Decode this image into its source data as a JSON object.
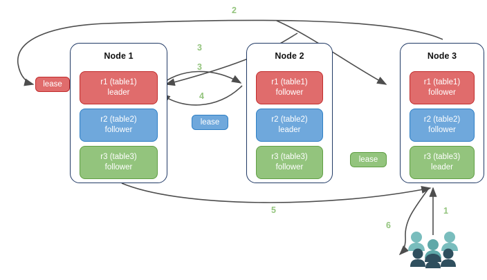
{
  "diagram": {
    "title": "Distributed database node lease and replica diagram",
    "colors": {
      "red": "#e06c6c",
      "red_border": "#c02b2b",
      "blue": "#6fa8dc",
      "blue_border": "#2d7ec4",
      "green": "#93c47d",
      "green_border": "#5f9e43",
      "node_border": "#1f3864",
      "arrow": "#4d4d4d",
      "label": "#93c47d",
      "users_light": "#79bdbd",
      "users_dark": "#2f4f5e"
    },
    "nodes": [
      {
        "id": "node1",
        "title": "Node 1",
        "replicas": [
          {
            "id": "n1r1",
            "line1": "r1 (table1)",
            "line2": "leader",
            "color": "red"
          },
          {
            "id": "n1r2",
            "line1": "r2 (table2)",
            "line2": "follower",
            "color": "blue"
          },
          {
            "id": "n1r3",
            "line1": "r3 (table3)",
            "line2": "follower",
            "color": "green"
          }
        ]
      },
      {
        "id": "node2",
        "title": "Node 2",
        "replicas": [
          {
            "id": "n2r1",
            "line1": "r1 (table1)",
            "line2": "follower",
            "color": "red"
          },
          {
            "id": "n2r2",
            "line1": "r2 (table2)",
            "line2": "leader",
            "color": "blue"
          },
          {
            "id": "n2r3",
            "line1": "r3 (table3)",
            "line2": "follower",
            "color": "green"
          }
        ]
      },
      {
        "id": "node3",
        "title": "Node 3",
        "replicas": [
          {
            "id": "n3r1",
            "line1": "r1 (table1)",
            "line2": "follower",
            "color": "red"
          },
          {
            "id": "n3r2",
            "line1": "r2 (table2)",
            "line2": "follower",
            "color": "blue"
          },
          {
            "id": "n3r3",
            "line1": "r3 (table3)",
            "line2": "leader",
            "color": "green"
          }
        ]
      }
    ],
    "leases": [
      {
        "id": "lease-red",
        "label": "lease",
        "color": "red"
      },
      {
        "id": "lease-blue",
        "label": "lease",
        "color": "blue"
      },
      {
        "id": "lease-green",
        "label": "lease",
        "color": "green"
      }
    ],
    "edge_labels": [
      {
        "id": "step-1",
        "text": "1"
      },
      {
        "id": "step-2",
        "text": "2"
      },
      {
        "id": "step-3a",
        "text": "3"
      },
      {
        "id": "step-3b",
        "text": "3"
      },
      {
        "id": "step-4",
        "text": "4"
      },
      {
        "id": "step-5",
        "text": "5"
      },
      {
        "id": "step-6",
        "text": "6"
      }
    ],
    "users": {
      "label": "users-group-icon",
      "people": 5
    }
  }
}
